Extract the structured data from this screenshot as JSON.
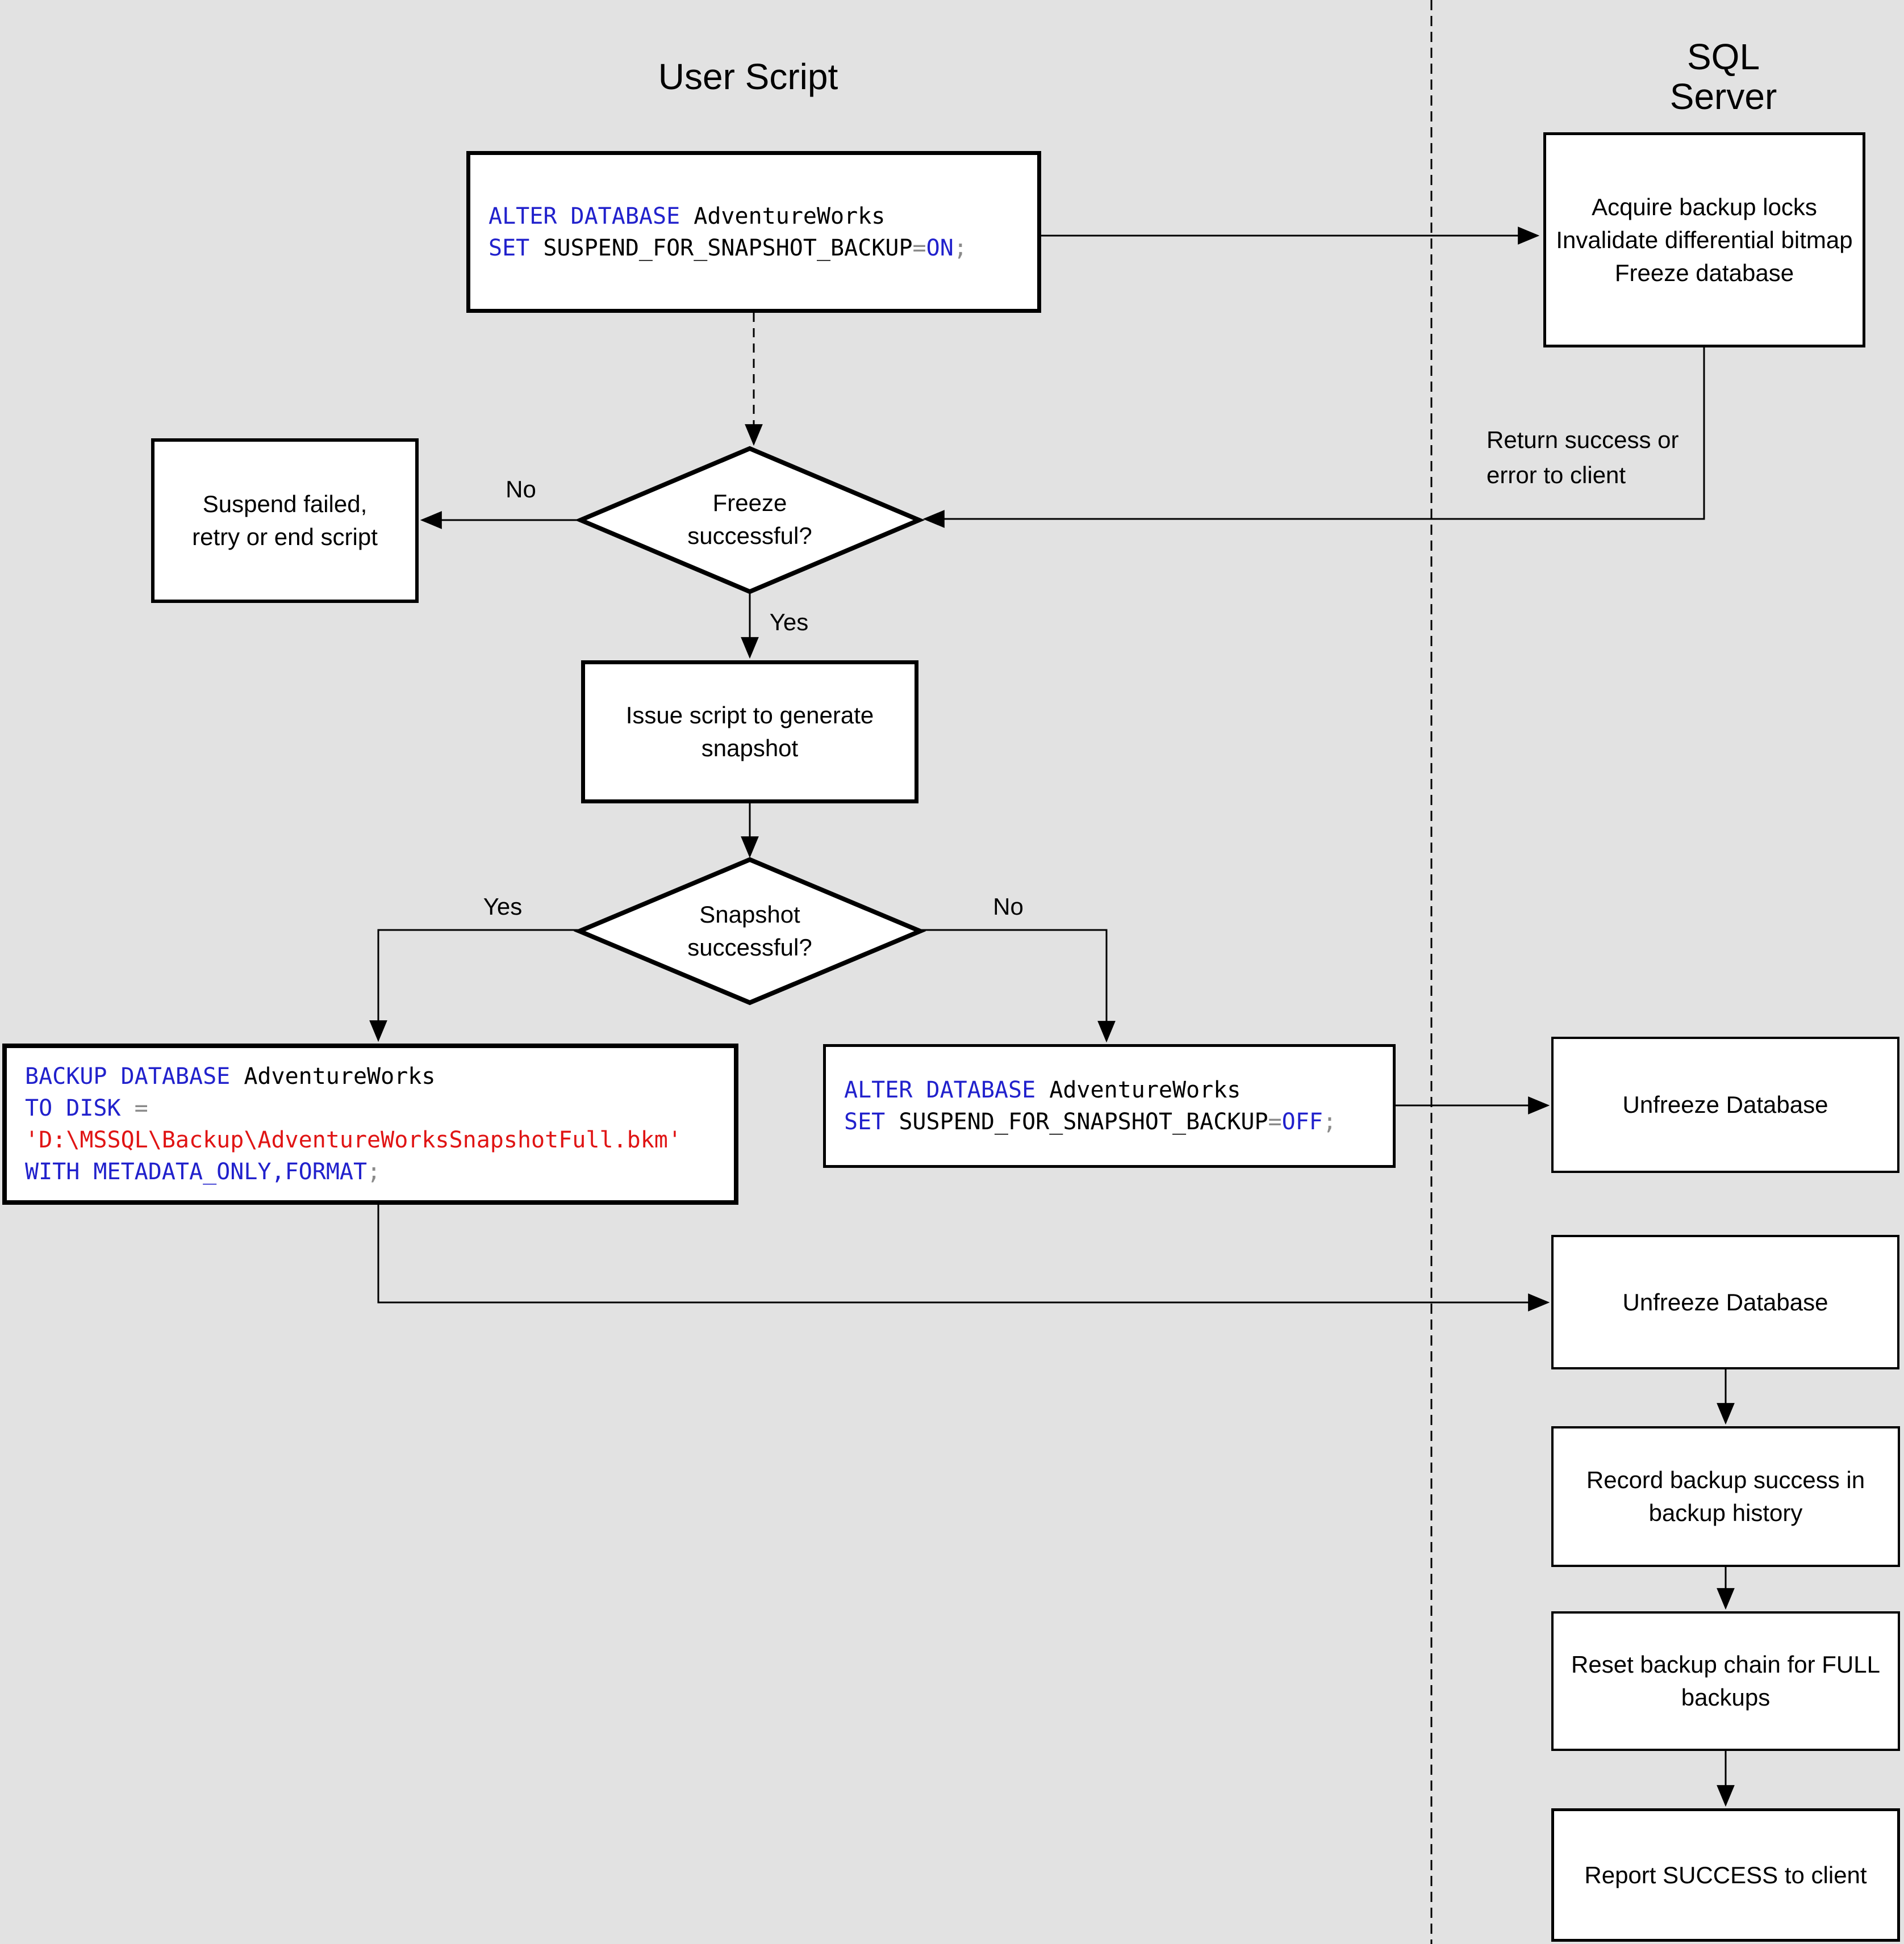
{
  "titles": {
    "user_script": "User Script",
    "sql_server": "SQL Server"
  },
  "colors": {
    "background": "#e2e2e2",
    "node_fill": "#ffffff",
    "stroke": "#000000",
    "sql_keyword": "#2121cc",
    "sql_string": "#e01414",
    "sql_operator": "#8a8a8a",
    "sql_plain": "#000000"
  },
  "nodes": {
    "alter_on": {
      "code": [
        [
          {
            "t": "ALTER DATABASE",
            "c": "kw"
          },
          {
            "t": " AdventureWorks",
            "c": "pl"
          }
        ],
        [
          {
            "t": "SET",
            "c": "kw"
          },
          {
            "t": " SUSPEND_FOR_SNAPSHOT_BACKUP",
            "c": "pl"
          },
          {
            "t": "=",
            "c": "op"
          },
          {
            "t": "ON",
            "c": "kw"
          },
          {
            "t": ";",
            "c": "op"
          }
        ]
      ]
    },
    "acquire_locks": {
      "lines": [
        "Acquire backup locks",
        "Invalidate differential bitmap",
        "Freeze database"
      ]
    },
    "freeze_decision": {
      "lines": [
        "Freeze",
        "successful?"
      ]
    },
    "suspend_failed": {
      "lines": [
        "Suspend failed,",
        "retry or end script"
      ]
    },
    "issue_script": {
      "lines": [
        "Issue script to generate",
        "snapshot"
      ]
    },
    "snapshot_decision": {
      "lines": [
        "Snapshot",
        "successful?"
      ]
    },
    "backup_metadata": {
      "code": [
        [
          {
            "t": "BACKUP DATABASE",
            "c": "kw"
          },
          {
            "t": " AdventureWorks",
            "c": "pl"
          }
        ],
        [
          {
            "t": "TO DISK",
            "c": "kw"
          },
          {
            "t": " ",
            "c": "pl"
          },
          {
            "t": "=",
            "c": "op"
          }
        ],
        [
          {
            "t": "'D:\\MSSQL\\Backup\\AdventureWorksSnapshotFull.bkm'",
            "c": "str"
          }
        ],
        [
          {
            "t": "WITH",
            "c": "kw"
          },
          {
            "t": " ",
            "c": "pl"
          },
          {
            "t": "METADATA_ONLY,FORMAT",
            "c": "kw"
          },
          {
            "t": ";",
            "c": "op"
          }
        ]
      ]
    },
    "alter_off": {
      "code": [
        [
          {
            "t": "ALTER DATABASE",
            "c": "kw"
          },
          {
            "t": " AdventureWorks",
            "c": "pl"
          }
        ],
        [
          {
            "t": "SET",
            "c": "kw"
          },
          {
            "t": " SUSPEND_FOR_SNAPSHOT_BACKUP",
            "c": "pl"
          },
          {
            "t": "=",
            "c": "op"
          },
          {
            "t": "OFF",
            "c": "kw"
          },
          {
            "t": ";",
            "c": "op"
          }
        ]
      ]
    },
    "unfreeze_db_1": {
      "lines": [
        "Unfreeze Database"
      ]
    },
    "unfreeze_db_2": {
      "lines": [
        "Unfreeze Database"
      ]
    },
    "record_history": {
      "lines": [
        "Record backup success in",
        "backup history"
      ]
    },
    "reset_chain": {
      "lines": [
        "Reset backup chain for FULL",
        "backups"
      ]
    },
    "report_success": {
      "lines": [
        "Report SUCCESS to client"
      ]
    }
  },
  "edge_labels": {
    "freeze_no": "No",
    "freeze_yes": "Yes",
    "snapshot_yes": "Yes",
    "snapshot_no": "No",
    "return_to_client": {
      "lines": [
        "Return success or",
        "error to client"
      ]
    }
  }
}
